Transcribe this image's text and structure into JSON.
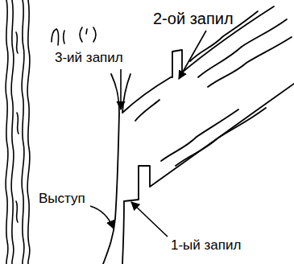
{
  "diagram": {
    "labels": [
      "2-ой запил",
      "3-ий запил",
      "Выступ",
      "1-ый запил"
    ]
  }
}
